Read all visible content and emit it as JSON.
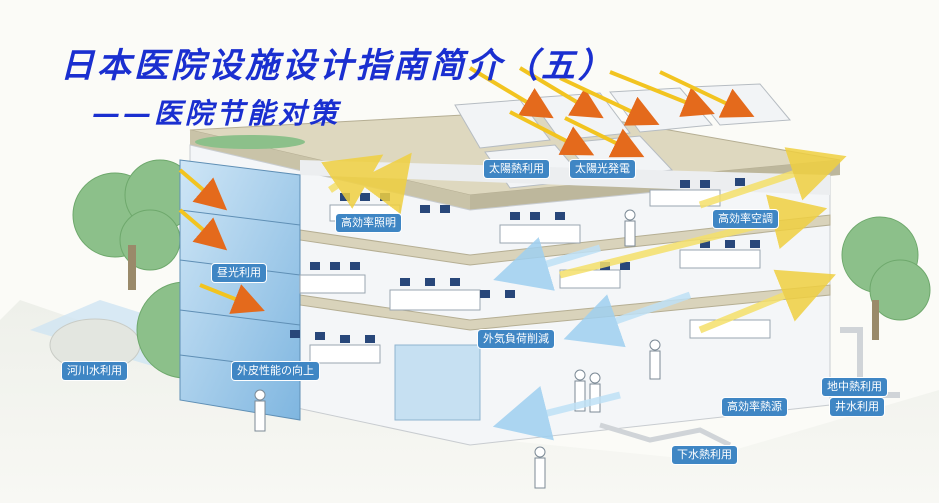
{
  "title": {
    "line1": "日本医院设施设计指南简介（五）",
    "line2": "——医院节能对策"
  },
  "labels": {
    "solar_heat": "太陽熱利用",
    "solar_power": "太陽光発電",
    "efficient_lighting": "高効率照明",
    "efficient_ac": "高効率空調",
    "daylight": "昼光利用",
    "outdoor_air_load": "外気負荷削減",
    "river_water": "河川水利用",
    "envelope": "外皮性能の向上",
    "efficient_heat_source": "高効率熱源",
    "geothermal": "地中熱利用",
    "well_water": "井水利用",
    "sewage_heat": "下水熱利用"
  },
  "colors": {
    "title": "#1a2fd0",
    "label_bg": "#3f86c4",
    "sun_ray": "#f2c420",
    "sun_ray_head": "#e46a1c",
    "air_flow": "#f5e06a",
    "glass": "#8cc3e8",
    "tree": "#8cc08a"
  }
}
